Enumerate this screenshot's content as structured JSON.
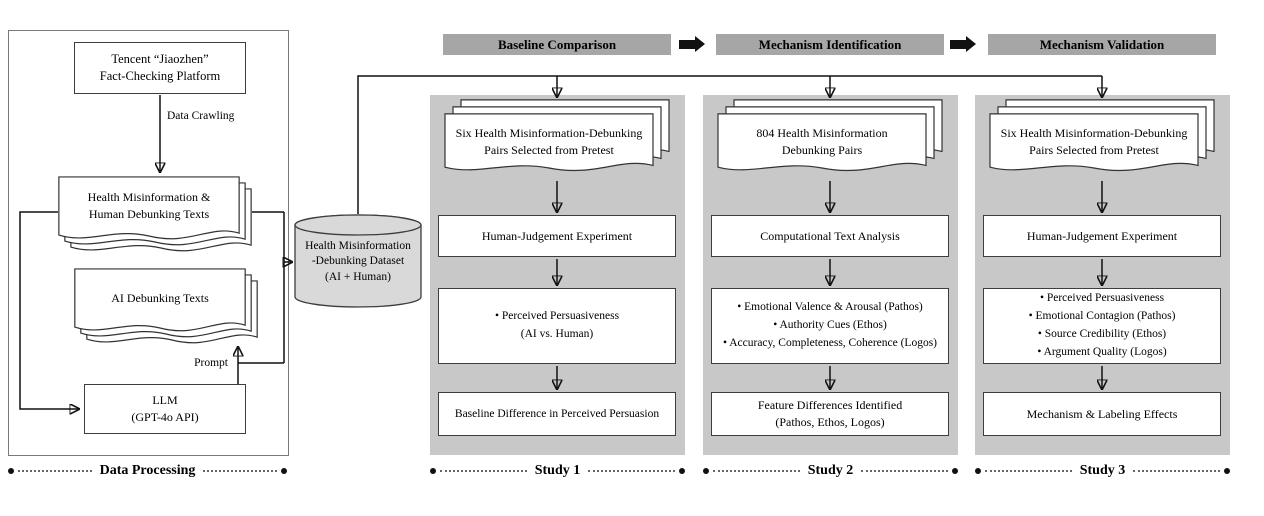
{
  "colors": {
    "panel_gray": "#c8c8c8",
    "header_gray": "#a6a6a6",
    "cylinder_gray": "#d9d9d9",
    "line_black": "#111111"
  },
  "phases": [
    {
      "label": "Baseline Comparison"
    },
    {
      "label": "Mechanism Identification"
    },
    {
      "label": "Mechanism Validation"
    }
  ],
  "data_processing": {
    "section_label": "Data Processing",
    "platform_box": "Tencent “Jiaozhen”\nFact-Checking Platform",
    "crawl_label": "Data Crawling",
    "human_texts_doc": "Health Misinformation &\nHuman Debunking Texts",
    "ai_texts_doc": "AI Debunking Texts",
    "llm_box": "LLM\n(GPT-4o API)",
    "prompt_label": "Prompt",
    "dataset_label": "Health Misinformation\n-Debunking Dataset\n(AI + Human)"
  },
  "studies": [
    {
      "section_label": "Study 1",
      "input_doc": "Six Health Misinformation-Debunking\nPairs Selected from Pretest",
      "method": "Human-Judgement Experiment",
      "measures": "• Perceived Persuasiveness\n(AI vs. Human)",
      "outcome": "Baseline Difference in Perceived Persuasion"
    },
    {
      "section_label": "Study 2",
      "input_doc": "804 Health Misinformation\nDebunking Pairs",
      "method": "Computational Text Analysis",
      "measures": "• Emotional Valence & Arousal (Pathos)\n• Authority Cues (Ethos)\n• Accuracy, Completeness, Coherence (Logos)",
      "outcome": "Feature Differences Identified\n(Pathos, Ethos, Logos)"
    },
    {
      "section_label": "Study 3",
      "input_doc": "Six Health Misinformation-Debunking\nPairs Selected from Pretest",
      "method": "Human-Judgement Experiment",
      "measures": "• Perceived Persuasiveness\n• Emotional Contagion (Pathos)\n• Source Credibility (Ethos)\n• Argument Quality (Logos)",
      "outcome": "Mechanism & Labeling Effects"
    }
  ]
}
